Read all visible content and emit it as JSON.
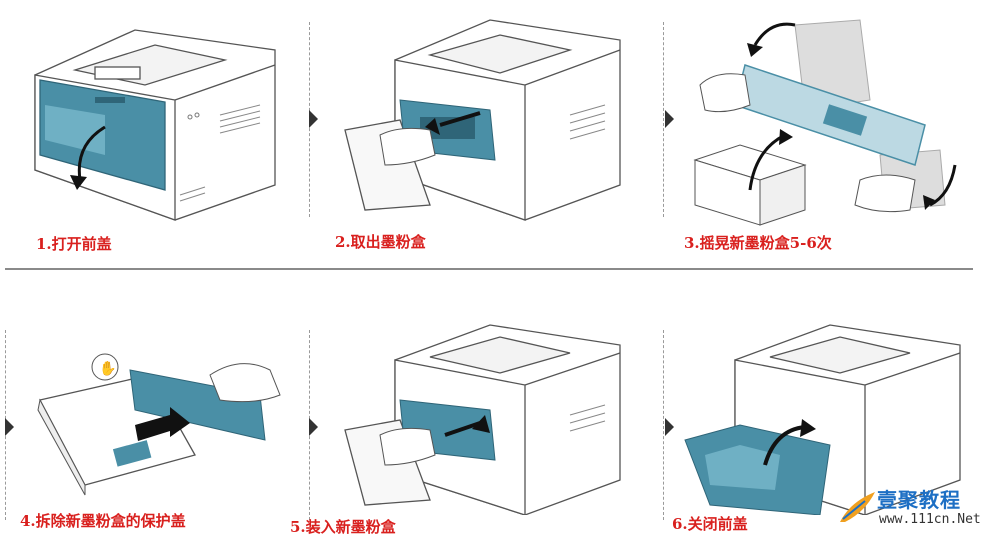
{
  "steps": [
    {
      "label": "1.打开前盖"
    },
    {
      "label": "2.取出墨粉盒"
    },
    {
      "label": "3.摇晃新墨粉盒5-6次"
    },
    {
      "label": "4.拆除新墨粉盒的保护盖"
    },
    {
      "label": "5.装入新墨粉盒"
    },
    {
      "label": "6.关闭前盖"
    }
  ],
  "watermark": {
    "title": "壹聚教程",
    "url": "www.111cn.Net"
  },
  "colors": {
    "caption": "#d9201e",
    "accent": "#4a8fa6",
    "line": "#555555",
    "divider": "#8a8a8a"
  }
}
